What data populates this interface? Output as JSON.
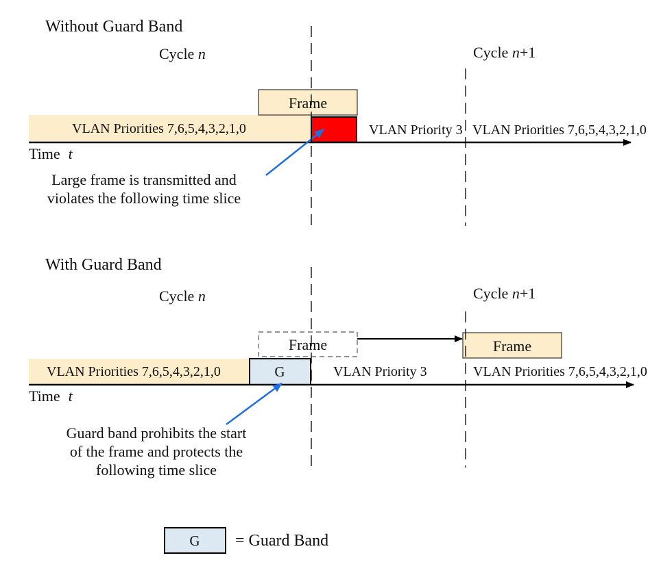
{
  "top": {
    "heading": "Without Guard Band",
    "cycle_left": {
      "prefix": "Cycle ",
      "var": "n",
      "suffix": ""
    },
    "cycle_right": {
      "prefix": "Cycle ",
      "var": "n",
      "suffix": "+1"
    },
    "frame_label": "Frame",
    "segment_all_priorities": "VLAN Priorities 7,6,5,4,3,2,1,0",
    "segment_priority3": "VLAN Priority 3",
    "segment_all_priorities_next": "VLAN Priorities 7,6,5,4,3,2,1,0",
    "time_label": "Time",
    "time_var": "t",
    "annotation_line1": "Large frame is transmitted and",
    "annotation_line2": "violates the following time slice"
  },
  "bottom": {
    "heading": "With Guard Band",
    "cycle_left": {
      "prefix": "Cycle ",
      "var": "n",
      "suffix": ""
    },
    "cycle_right": {
      "prefix": "Cycle ",
      "var": "n",
      "suffix": "+1"
    },
    "frame_dashed_label": "Frame",
    "frame_moved_label": "Frame",
    "segment_all_priorities": "VLAN Priorities 7,6,5,4,3,2,1,0",
    "guard_label": "G",
    "segment_priority3": "VLAN Priority 3",
    "segment_all_priorities_next": "VLAN Priorities 7,6,5,4,3,2,1,0",
    "time_label": "Time",
    "time_var": "t",
    "annotation_line1": "Guard band prohibits the start",
    "annotation_line2": "of the frame and protects the",
    "annotation_line3": "following time slice"
  },
  "legend": {
    "symbol_label": "G",
    "text": "= Guard Band"
  },
  "colors": {
    "priority_fill": "#fdedcb",
    "frame_violation_fill": "#ff0000",
    "guard_fill": "#dce9f2",
    "annotation_arrow": "#1f6fe0",
    "line": "#000000"
  }
}
